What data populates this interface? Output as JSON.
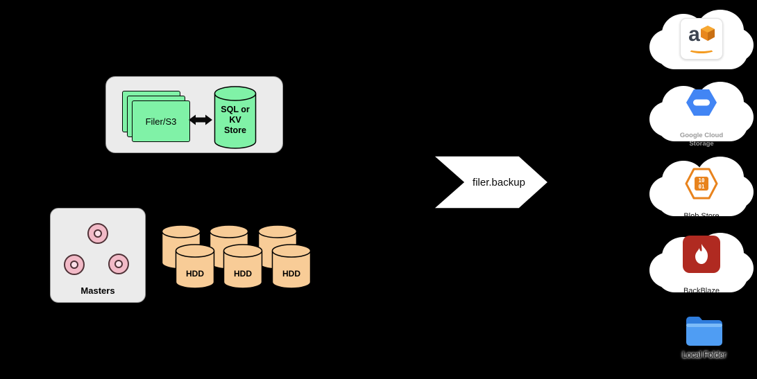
{
  "filer_group": {
    "stack_label": "Filer/S3",
    "store_label": "SQL or KV Store"
  },
  "masters": {
    "label": "Masters"
  },
  "volumes": {
    "hdd_labels": [
      "HDD",
      "HDD",
      "HDD"
    ]
  },
  "flow": {
    "label": "filer.backup"
  },
  "destinations": {
    "aws": {
      "letter": "a"
    },
    "gcs": {
      "label": "Google Cloud Storage"
    },
    "blob": {
      "label": "Blob Store",
      "binary": "10\n01"
    },
    "backblaze": {
      "label": "BackBlaze"
    },
    "local_folder": {
      "label": "Local Folder"
    }
  },
  "colors": {
    "green": "#80f2a7",
    "hdd_orange": "#f8cc97",
    "pink": "#f2bac7",
    "pink_light": "#fbe0e8",
    "panel_gray": "#ebebeb",
    "gcs_blue": "#4285f4",
    "blob_orange": "#e8831d",
    "backblaze_red": "#b02a21",
    "folder_blue": "#4f9df3",
    "aws_orange": "#f49b20"
  }
}
